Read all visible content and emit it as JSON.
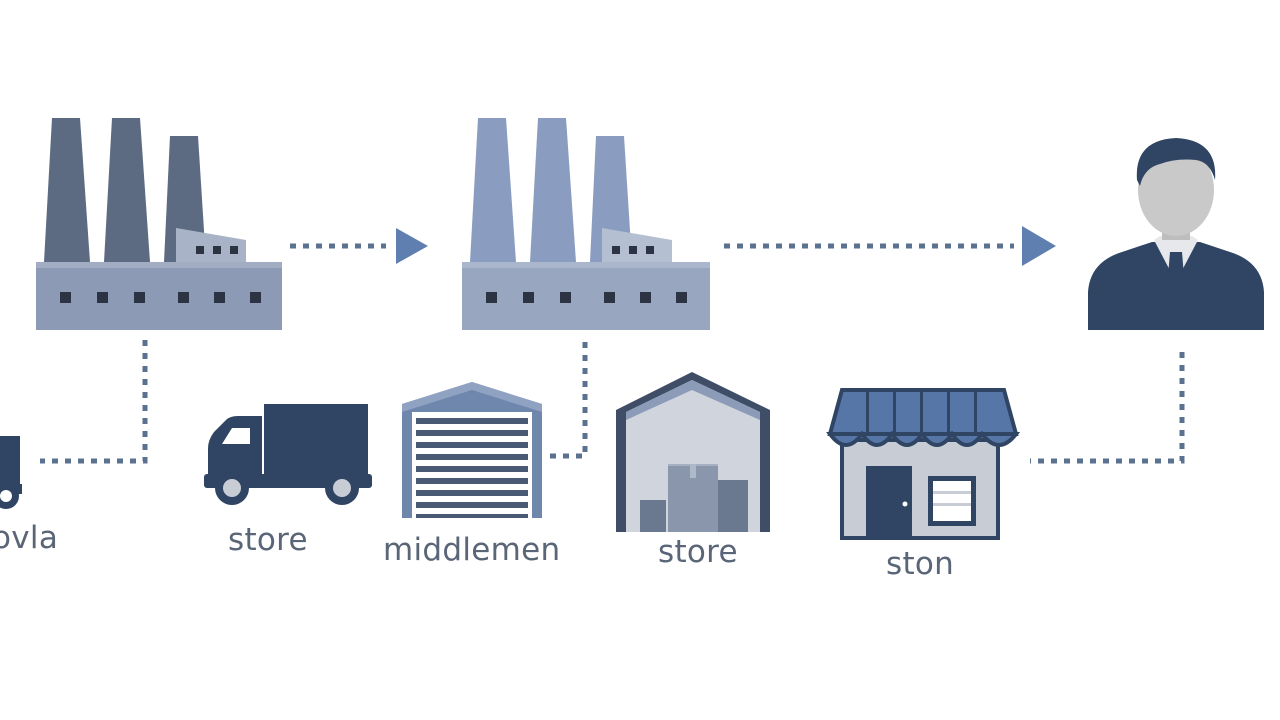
{
  "labels": {
    "left_partial": "ovla",
    "truck": "store",
    "warehouse_door": "middlemen",
    "depot": "store",
    "shop": "ston"
  },
  "colors": {
    "factory_dark": "#5c6b82",
    "factory_light": "#8a9dc0",
    "factory_base": "#8d9ab5",
    "navy": "#2f4563",
    "connector": "#5a7190",
    "arrow": "#5f7fb0",
    "awning": "#5776a8",
    "wall_grey": "#c8ccd4",
    "skin": "#c9c9c9",
    "text": "#5a6678"
  }
}
